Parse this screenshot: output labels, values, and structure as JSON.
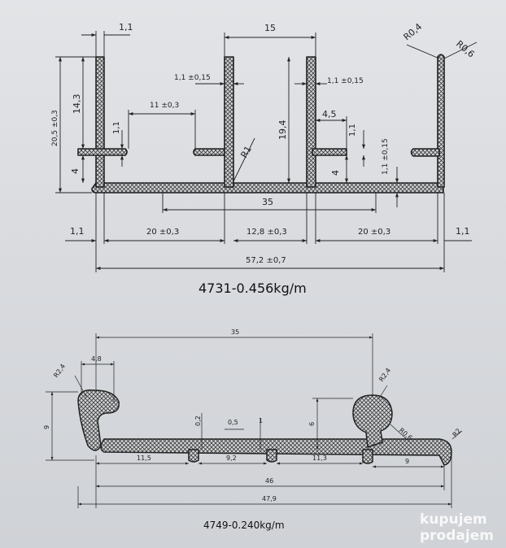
{
  "drawing_top": {
    "caption": "4731-0.456kg/m",
    "dims": {
      "t_left": "1,1",
      "w_mid": "15",
      "r04": "R0,4",
      "r06": "R0,6",
      "t_mid": "1,1 ±0,15",
      "t_mid2": "1,1 ±0,15",
      "gap_left": "11 ±0,3",
      "h_left": "14,3",
      "h_total": "20,5 ±0,3",
      "fin_t": "1,1",
      "fin_h": "4",
      "r1": "R1",
      "h_mid": "19,4",
      "w_right_fin": "4,5",
      "fin_t_right": "1,1",
      "fin_h_right": "4",
      "base_t": "1,1 ±0,15",
      "w35": "35",
      "ext_left": "1,1",
      "w20_left": "20 ±0,3",
      "w128": "12,8 ±0,3",
      "w20_right": "20 ±0,3",
      "ext_right": "1,1",
      "w572": "57,2 ±0,7"
    }
  },
  "drawing_bottom": {
    "caption": "4749-0.240kg/m",
    "dims": {
      "w35": "35",
      "r24_left": "R2,4",
      "w48": "4,8",
      "h9": "9",
      "h02": "0,2",
      "w05": "0,5",
      "t1": "1",
      "h6": "6",
      "r24_right": "R2,4",
      "r06": "R0,6",
      "r2": "R2",
      "w115": "11,5",
      "w92": "9,2",
      "w113": "11,3",
      "w9": "9",
      "w46": "46",
      "w479": "47,9"
    }
  },
  "watermark": {
    "line1": "kupujem",
    "line2": "prodajem"
  }
}
